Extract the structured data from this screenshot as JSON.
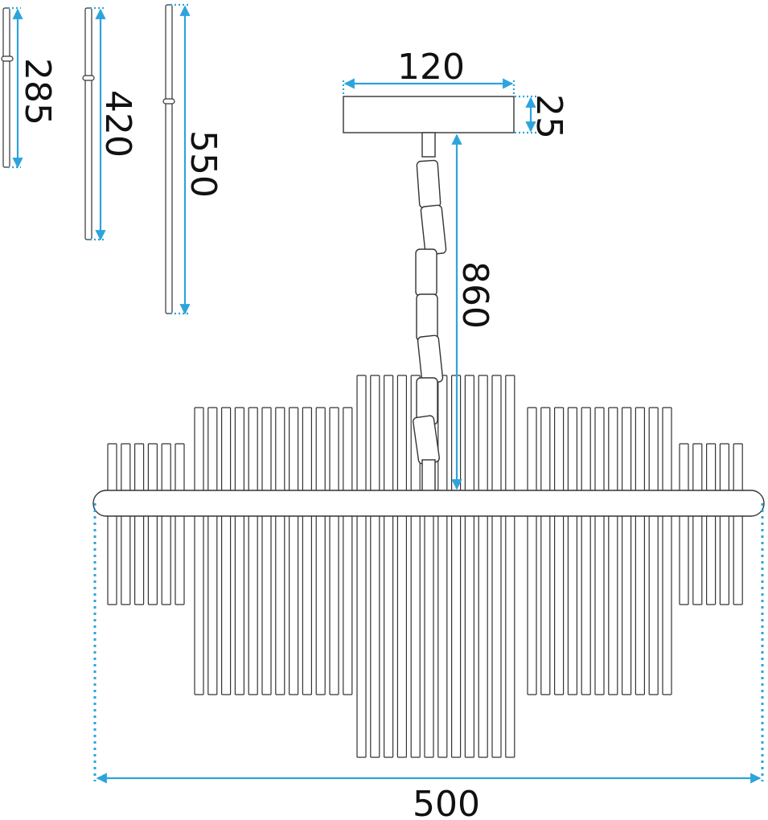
{
  "dimensions": {
    "rod_short": "285",
    "rod_medium": "420",
    "rod_long": "550",
    "canopy_width": "120",
    "canopy_height": "25",
    "chain_length": "860",
    "fixture_width": "500"
  },
  "colors": {
    "dimension_accent": "#2ea3dc",
    "outline": "#333333"
  }
}
